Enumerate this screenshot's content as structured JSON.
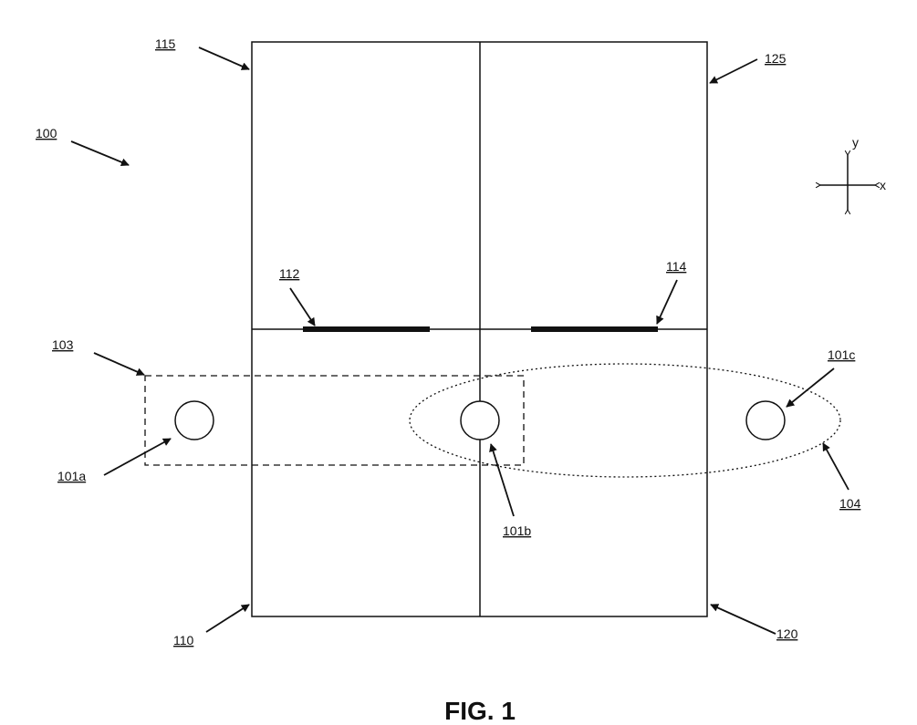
{
  "figure": {
    "caption": "FIG. 1",
    "labels": {
      "device": "100",
      "upper_left": "115",
      "upper_right": "125",
      "lower_left": "110",
      "lower_right": "120",
      "element_112": "112",
      "element_114": "114",
      "region_103": "103",
      "region_104": "104",
      "element_101a": "101a",
      "element_101b": "101b",
      "element_101c": "101c"
    },
    "axes": {
      "x": "x",
      "y": "y"
    }
  }
}
